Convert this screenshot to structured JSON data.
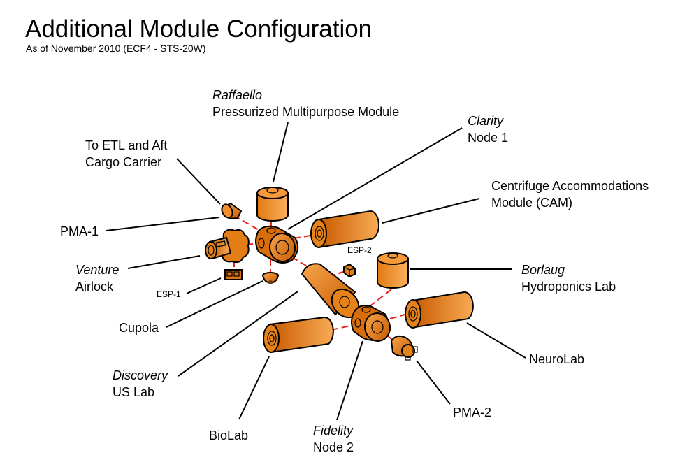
{
  "header": {
    "title": "Additional Module Configuration",
    "subtitle": "As of November 2010 (ECF4 - STS-20W)"
  },
  "colors": {
    "module_dark": "#c85a00",
    "module_light": "#f7a54c",
    "connector": "#e8231b",
    "leader": "#000000"
  },
  "labels": {
    "raffaello": {
      "name": "Raffaello",
      "desc": "Pressurized Multipurpose Module"
    },
    "clarity": {
      "name": "Clarity",
      "desc": "Node 1"
    },
    "etl": {
      "line1": "To ETL and Aft",
      "line2": "Cargo Carrier"
    },
    "cam": {
      "line1": "Centrifuge Accommodations",
      "line2": "Module (CAM)"
    },
    "pma1": "PMA-1",
    "venture": {
      "name": "Venture",
      "desc": "Airlock"
    },
    "esp1": "ESP-1",
    "esp2": "ESP-2",
    "borlaug": {
      "name": "Borlaug",
      "desc": "Hydroponics Lab"
    },
    "cupola": "Cupola",
    "discovery": {
      "name": "Discovery",
      "desc": "US Lab"
    },
    "neurolab": "NeuroLab",
    "biolab": "BioLab",
    "fidelity": {
      "name": "Fidelity",
      "desc": "Node 2"
    },
    "pma2": "PMA-2"
  }
}
